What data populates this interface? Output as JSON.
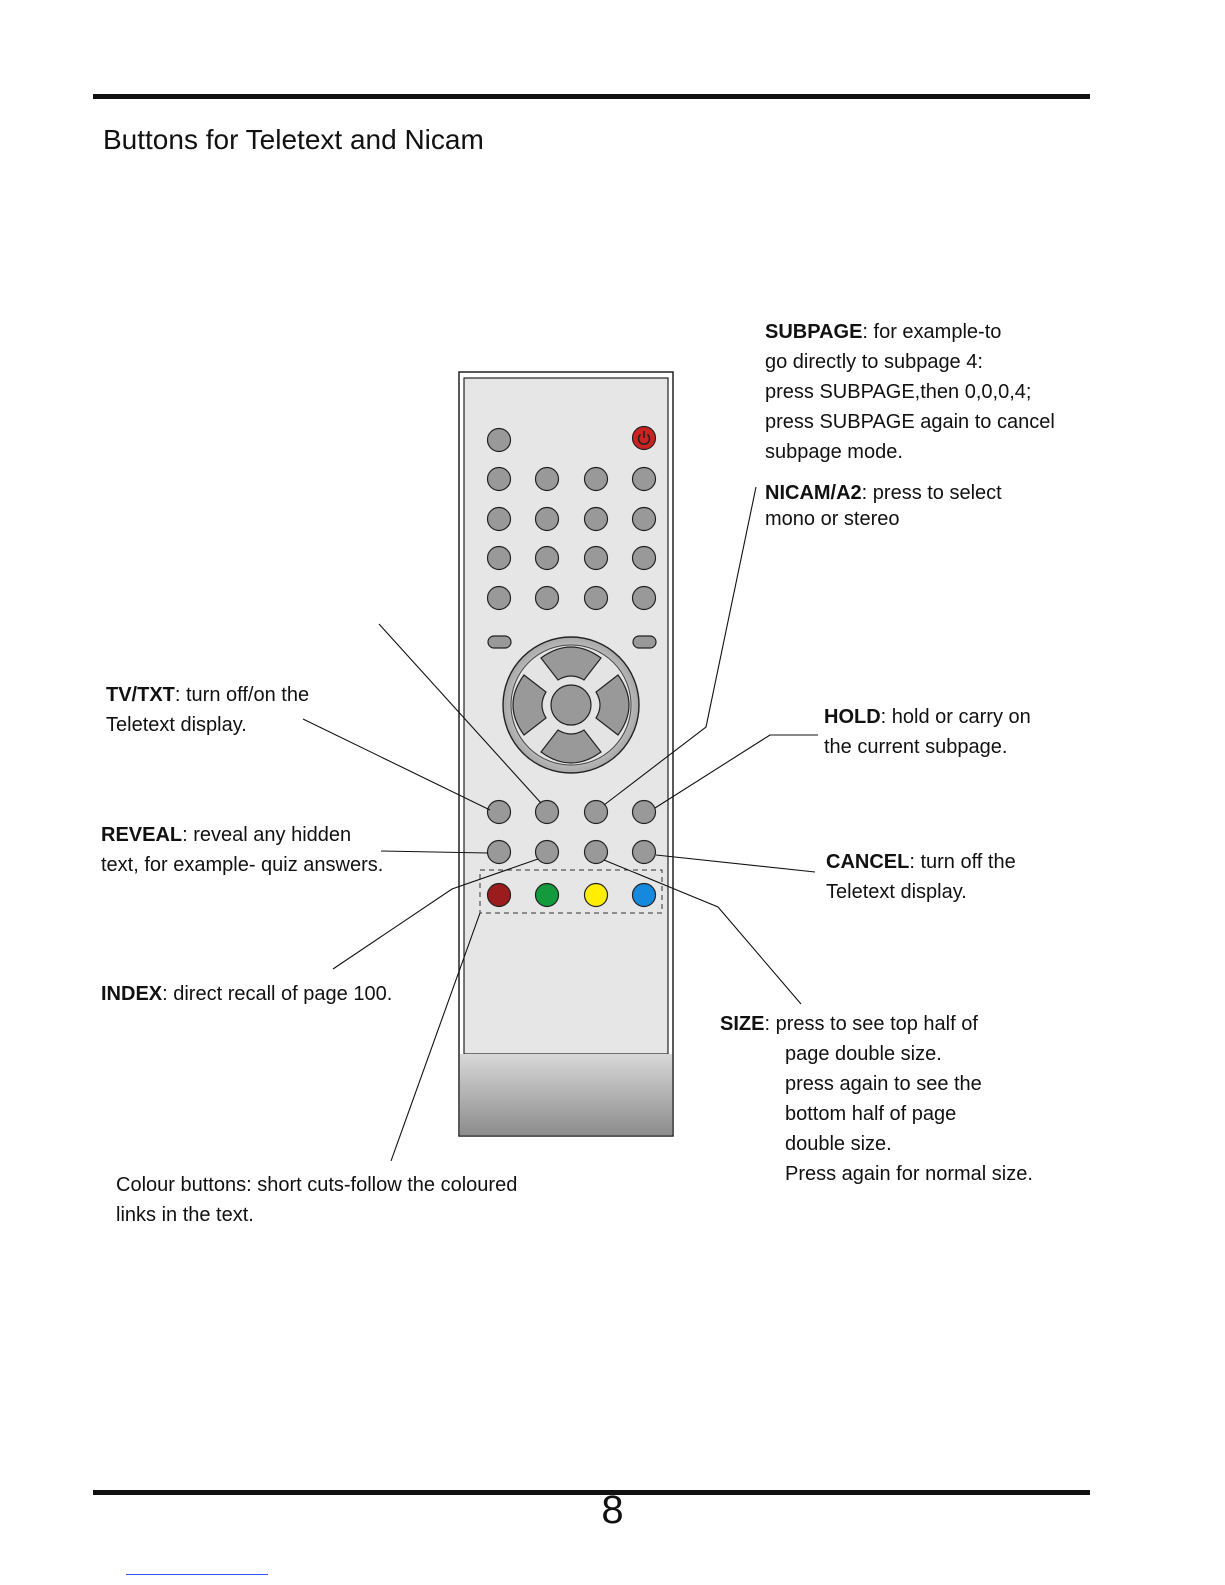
{
  "title": "Buttons for Teletext and Nicam",
  "page_number": "8",
  "colors": {
    "remote_body": "#e6e6e6",
    "button_grey": "#999999",
    "power_red": "#cc2222",
    "colour_red": "#9a1c1c",
    "colour_green": "#139a3c",
    "colour_yellow": "#ffee00",
    "colour_blue": "#1688dd"
  },
  "icons": {
    "power": "power-icon"
  },
  "annotations": {
    "subpage": {
      "key": "SUBPAGE",
      "lines": [
        ": for example-to",
        "go directly to subpage 4:",
        "press SUBPAGE,then 0,0,0,4;",
        "press SUBPAGE again to cancel",
        "subpage mode."
      ]
    },
    "nicam": {
      "key": "NICAM/A2",
      "lines": [
        ": press to select",
        "mono or stereo"
      ]
    },
    "tvtxt": {
      "key": "TV/TXT",
      "lines": [
        ": turn off/on the",
        "Teletext display."
      ]
    },
    "hold": {
      "key": "HOLD",
      "lines": [
        ": hold or carry on",
        "the current subpage."
      ]
    },
    "reveal": {
      "key": "REVEAL",
      "lines": [
        ": reveal any hidden",
        "text, for example- quiz answers."
      ]
    },
    "cancel": {
      "key": "CANCEL",
      "lines": [
        ": turn off the",
        "Teletext display."
      ]
    },
    "index": {
      "key": "INDEX",
      "lines": [
        ": direct recall of page 100."
      ]
    },
    "size": {
      "key": "SIZE",
      "lines": [
        ": press to see top half of",
        "page double size.",
        "press again to see the",
        "bottom half of page",
        "double size.",
        "Press again for normal size."
      ]
    },
    "colour": {
      "lines": [
        "Colour buttons: short cuts-follow the coloured",
        "links in the text."
      ]
    }
  }
}
